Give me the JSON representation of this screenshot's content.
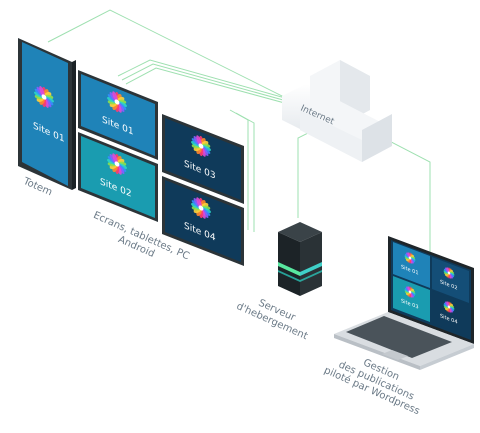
{
  "colors": {
    "line": "#9ee0b0",
    "screen_blue": "#1f83b8",
    "screen_teal": "#1a9cb0",
    "screen_dark": "#0f3a5a",
    "frame": "#2c3438",
    "label": "#6b7a87"
  },
  "screens": {
    "totem": "Site 01",
    "tablet_1": "Site 01",
    "tablet_2": "Site 02",
    "tablet_3": "Site 03",
    "tablet_4": "Site 04"
  },
  "cloud": {
    "label": "Internet"
  },
  "laptop": {
    "tiles": [
      "Site 01",
      "Site 02",
      "Site 03",
      "Site 04"
    ]
  },
  "labels": {
    "totem": "Totem",
    "devices": [
      "Ecrans, tablettes, PC",
      "Android"
    ],
    "server": [
      "Serveur",
      "d'hebergement"
    ],
    "management": [
      "Gestion",
      "des publications",
      "piloté par Wordpress"
    ]
  }
}
